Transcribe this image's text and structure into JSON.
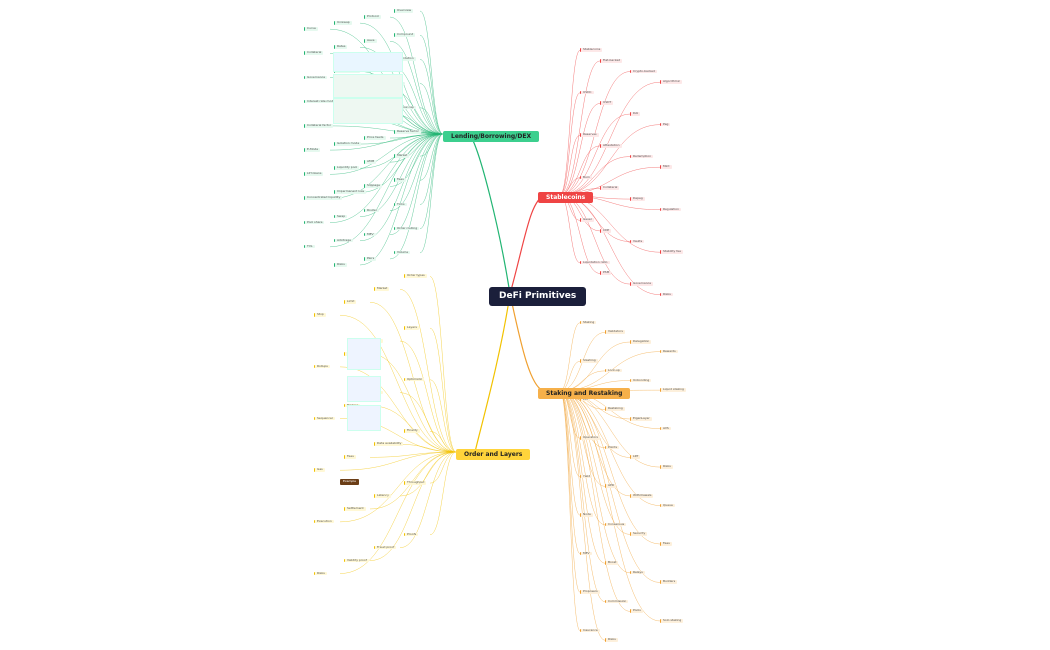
{
  "root": "DeFi Primitives",
  "colors": {
    "green": "#22b573",
    "red": "#ef4444",
    "orange": "#f0a030",
    "yellow": "#f2c200",
    "root": "#1b1f3b"
  },
  "branches": {
    "green": "Lending/Borrowing/DEX",
    "red": "Stablecoins",
    "orange": "Staking and Restaking",
    "yellow": "Order and Layers"
  },
  "leaves": {
    "green": [
      "Overview",
      "Protocol",
      "Uniswap",
      "Curve",
      "Compound",
      "Aave",
      "Rates",
      "Collateral",
      "Liquidation",
      "Flash loans",
      "Pooling model",
      "Governance",
      "Risk",
      "Oracles",
      "Yield",
      "Interest rate model",
      "Borrow cap",
      "Supply cap",
      "Health factor",
      "Collateral factor",
      "Reserve factor",
      "Price feeds",
      "Isolation mode",
      "E-Mode",
      "Market",
      "AMM",
      "Liquidity pool",
      "LP tokens",
      "Fees",
      "Slippage",
      "Impermanent loss",
      "Concentrated liquidity",
      "Ticks",
      "Router",
      "Swap",
      "Pool share",
      "Order routing",
      "MEV",
      "Arbitrage",
      "TVL",
      "Volume",
      "Pairs",
      "Risks"
    ],
    "red": [
      "Stablecoins",
      "Fiat-backed",
      "Crypto-backed",
      "Algorithmic",
      "USDC",
      "USDT",
      "DAI",
      "Peg",
      "Reserves",
      "Attestation",
      "Redemption",
      "Mint",
      "Burn",
      "Collateral",
      "Depeg",
      "Regulation",
      "Issuer",
      "CDP",
      "Vaults",
      "Stability fee",
      "Liquidation ratio",
      "PSM",
      "Governance",
      "Risks"
    ],
    "orange": [
      "Staking",
      "Validators",
      "Delegation",
      "Rewards",
      "Slashing",
      "Lock-up",
      "Unbonding",
      "Liquid staking",
      "LST",
      "Restaking",
      "EigenLayer",
      "AVS",
      "Operators",
      "Points",
      "LRT",
      "Risks",
      "Yield",
      "APR",
      "Withdrawals",
      "Queue",
      "Node",
      "Consensus",
      "Security",
      "Fees",
      "MEV",
      "Boost",
      "Relays",
      "Builders",
      "Proposers",
      "Commission",
      "Pools",
      "Solo staking",
      "Insurance",
      "Risks"
    ],
    "yellow": [
      "Order types",
      "Market",
      "Limit",
      "Stop",
      "Layers",
      "L1",
      "L2",
      "Rollups",
      "Optimistic",
      "ZK",
      "Bridges",
      "Sequencer",
      "Finality",
      "Data availability",
      "Fees",
      "Gas",
      "Throughput",
      "Latency",
      "Settlement",
      "Execution",
      "Proofs",
      "Fraud proof",
      "Validity proof",
      "Risks"
    ]
  },
  "badge": "Example"
}
